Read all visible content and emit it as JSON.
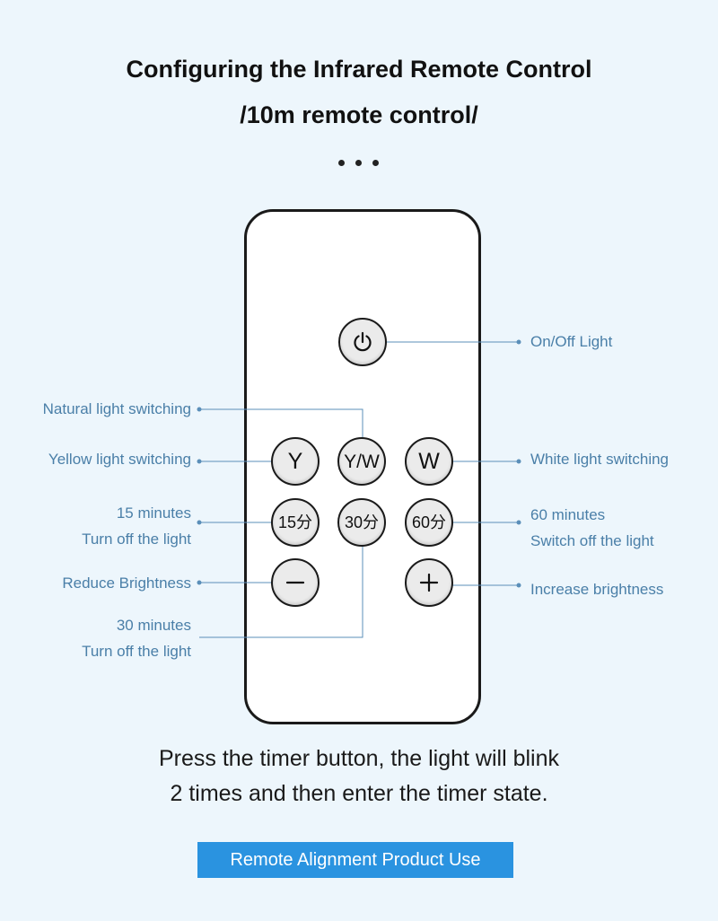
{
  "header": {
    "title_line1": "Configuring the Infrared Remote Control",
    "title_line2": "/10m remote control/"
  },
  "remote": {
    "buttons": {
      "power_icon": "power-icon",
      "yellow": "Y",
      "yellow_white": "Y/W",
      "white": "W",
      "timer15": "15分",
      "timer30": "30分",
      "timer60": "60分",
      "minus_icon": "minus-icon",
      "plus_icon": "plus-icon"
    }
  },
  "labels": {
    "on_off": "On/Off Light",
    "natural": "Natural light switching",
    "yellow": "Yellow light switching",
    "white": "White light switching",
    "timer15_line1": "15 minutes",
    "timer15_line2": "Turn off the light",
    "timer60_line1": "60 minutes",
    "timer60_line2": "Switch off the light",
    "reduce": "Reduce Brightness",
    "increase": "Increase brightness",
    "timer30_line1": "30 minutes",
    "timer30_line2": "Turn off the light"
  },
  "description": {
    "line1": "Press the timer button, the light will blink",
    "line2": "2 times and then enter the timer state."
  },
  "footer": {
    "badge": "Remote Alignment Product Use"
  },
  "colors": {
    "background": "#edf6fc",
    "label_blue": "#4a7fa8",
    "badge_blue": "#2a93e0",
    "line_blue": "#5b8fb9"
  }
}
